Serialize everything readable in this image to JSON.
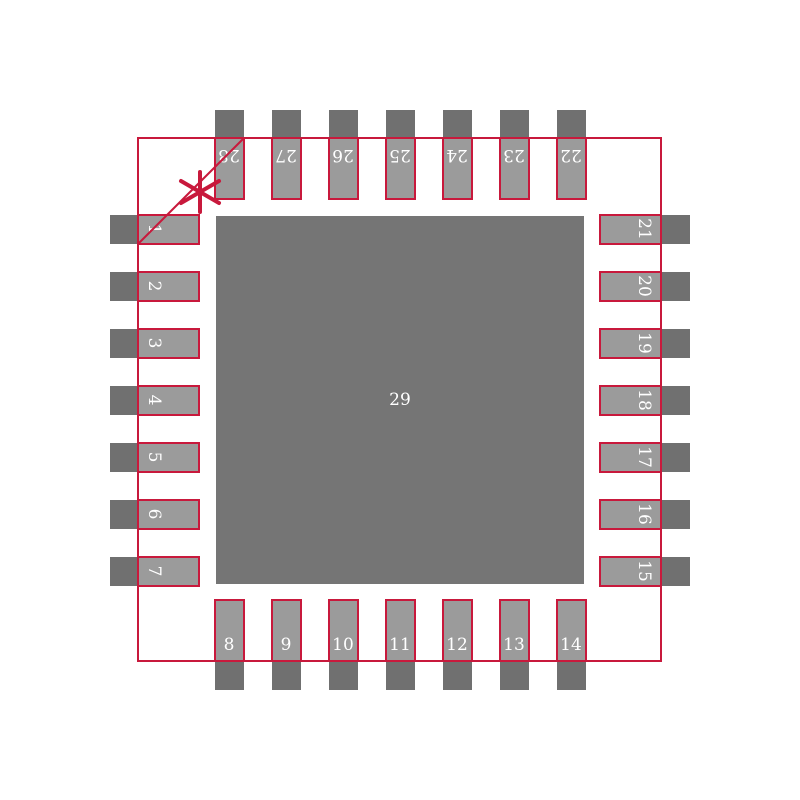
{
  "colors": {
    "background": "#ffffff",
    "pad": "#9b9b9b",
    "lead": "#707070",
    "thermal_pad": "#757575",
    "outline": "#c8193c",
    "label": "#ffffff"
  },
  "pins": {
    "left": [
      "1",
      "2",
      "3",
      "4",
      "5",
      "6",
      "7"
    ],
    "bottom": [
      "8",
      "9",
      "10",
      "11",
      "12",
      "13",
      "14"
    ],
    "right": [
      "15",
      "16",
      "17",
      "18",
      "19",
      "20",
      "21"
    ],
    "top": [
      "22",
      "23",
      "24",
      "25",
      "26",
      "27",
      "28"
    ]
  },
  "thermal_pad_label": "29",
  "pin1_marker_icon": "asterisk-icon"
}
